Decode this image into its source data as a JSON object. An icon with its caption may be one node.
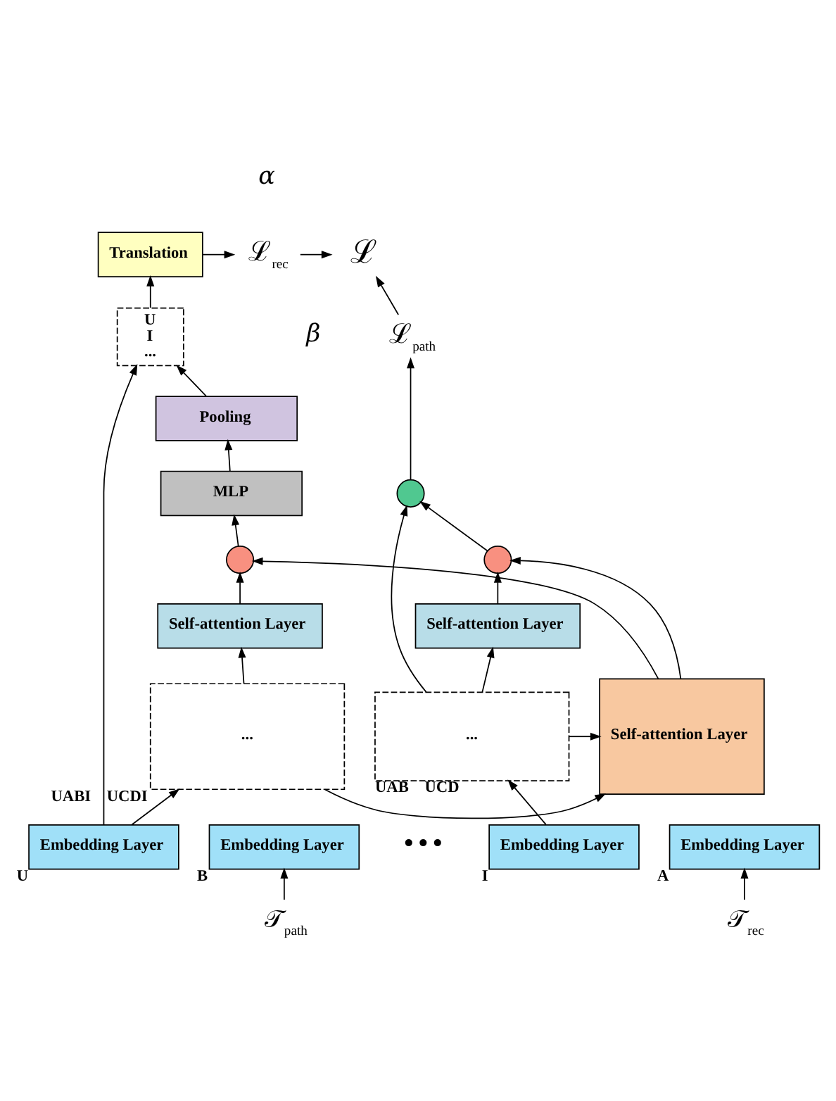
{
  "diagram": {
    "nodes": [
      {
        "text": [
          "Translation"
        ]
      },
      {
        "text": [
          "ℒ$_{rec}$"
        ]
      },
      {
        "text": [
          "ℒ"
        ]
      },
      {
        "text": [
          "ℒ$_{path}$"
        ]
      },
      {
        "text": [
          "U",
          "I",
          "..."
        ]
      },
      {
        "text": [
          "Pooling"
        ]
      },
      {
        "text": [
          "MLP"
        ]
      },
      {
        "text": [],
        "shape": "circle"
      },
      {
        "text": [],
        "shape": "circle"
      },
      {
        "text": [],
        "shape": "circle"
      },
      {
        "text": [
          "Self-attention Layer"
        ]
      },
      {
        "text": [
          "Self-attention Layer"
        ]
      },
      {
        "text": [
          "..."
        ],
        "beside": [
          "UABI",
          "UCDI"
        ]
      },
      {
        "text": [
          "Self-attention Layer"
        ]
      },
      {
        "text": [
          "..."
        ],
        "beside": [
          "UAB",
          "UCD"
        ]
      },
      {
        "text": [
          "Embedding Layer"
        ],
        "beside": [
          "U"
        ]
      },
      {
        "text": [
          "Embedding Layer"
        ],
        "beside": [
          "A"
        ]
      },
      {
        "text": [
          "Embedding Layer"
        ],
        "beside": [
          "B"
        ]
      },
      {
        "text": [
          "Embedding Layer"
        ],
        "beside": [
          "I"
        ]
      },
      {
        "text": [
          "𝒯$_{rec}$"
        ]
      },
      {
        "text": [
          "𝒯$_{path}$"
        ]
      }
    ],
    "edges": [
      {
        "from": 0,
        "to": 1,
        "arrow": "to"
      },
      {
        "from": 1,
        "to": 2,
        "arrow": "to"
      },
      {
        "from": 3,
        "to": 2,
        "arrow": "to"
      },
      {
        "from": 4,
        "to": 0,
        "arrow": "to"
      },
      {
        "from": 5,
        "to": 4,
        "arrow": "to"
      },
      {
        "from": 6,
        "to": 5,
        "arrow": "to"
      },
      {
        "from": 7,
        "to": 6,
        "arrow": "to"
      },
      {
        "from": 10,
        "to": 7,
        "arrow": "to"
      },
      {
        "from": 13,
        "to": 7,
        "arrow": "to"
      },
      {
        "from": 13,
        "to": 9,
        "arrow": "to"
      },
      {
        "from": 11,
        "to": 9,
        "arrow": "to"
      },
      {
        "from": 9,
        "to": 8,
        "arrow": "to"
      },
      {
        "from": 14,
        "to": 8,
        "arrow": "to"
      },
      {
        "from": 8,
        "to": 3,
        "arrow": "to"
      },
      {
        "from": 12,
        "to": 10,
        "arrow": "to"
      },
      {
        "from": 12,
        "to": 13,
        "arrow": "to"
      },
      {
        "from": 14,
        "to": 13,
        "arrow": "to"
      },
      {
        "from": 14,
        "to": 11,
        "arrow": "to"
      },
      {
        "from": 15,
        "to": 4,
        "arrow": "to"
      },
      {
        "from": 15,
        "to": 12,
        "arrow": "to"
      },
      {
        "from": 18,
        "to": 14,
        "arrow": "to"
      },
      {
        "from": 19,
        "to": 16,
        "arrow": "to"
      },
      {
        "from": 20,
        "to": 17,
        "arrow": "to"
      }
    ],
    "labels": [
      "α",
      "β",
      "•••"
    ]
  }
}
